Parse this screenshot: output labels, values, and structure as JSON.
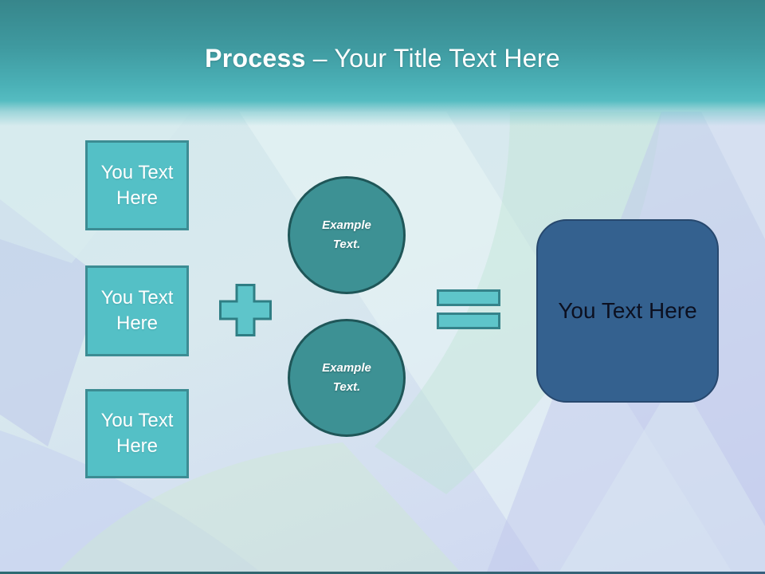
{
  "slide": {
    "title": {
      "bold": "Process",
      "rest": "– Your Title Text Here"
    }
  },
  "diagram": {
    "input_boxes": [
      {
        "label": "You Text Here"
      },
      {
        "label": "You Text Here"
      },
      {
        "label": "You Text Here"
      }
    ],
    "operators": {
      "plus": "+",
      "equals": "="
    },
    "circles": [
      {
        "label": "Example Text."
      },
      {
        "label": "Example Text."
      }
    ],
    "result_box": {
      "label": "You Text Here"
    }
  },
  "colors": {
    "header_teal_dark": "#37868b",
    "header_teal_light": "#4bb1b7",
    "square_fill": "#54c0c6",
    "square_border": "#3c8c93",
    "circle_fill": "#3d9194",
    "circle_border": "#1f5658",
    "operator_fill": "#5ec5ca",
    "operator_border": "#35838a",
    "result_fill": "#34618f",
    "result_border": "#27486e",
    "title_text": "#ffffff",
    "result_text": "#0c1020"
  }
}
